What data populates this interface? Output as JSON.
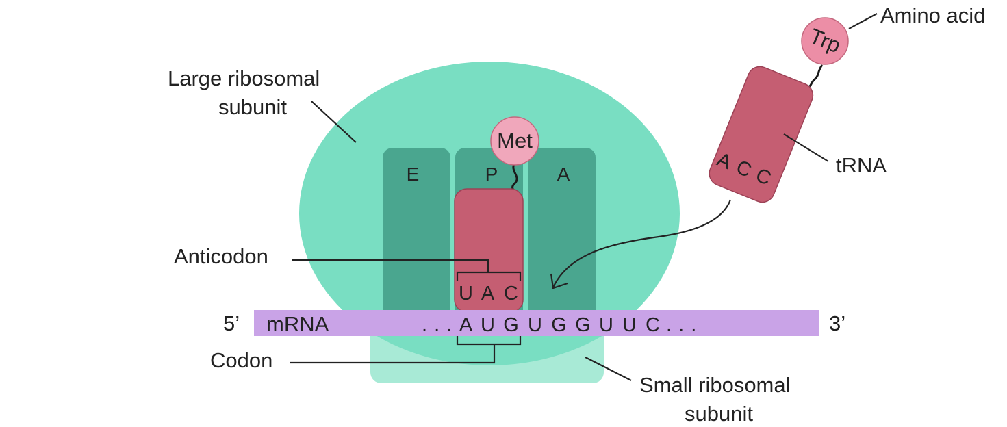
{
  "labels": {
    "large_subunit_line1": "Large ribosomal",
    "large_subunit_line2": "subunit",
    "small_subunit_line1": "Small ribosomal",
    "small_subunit_line2": "subunit",
    "anticodon": "Anticodon",
    "codon": "Codon",
    "amino_acid": "Amino acid",
    "trna": "tRNA",
    "mrna": "mRNA",
    "five_prime": "5’",
    "three_prime": "3’"
  },
  "sites": {
    "e": "E",
    "p": "P",
    "a": "A"
  },
  "p_site_trna": {
    "amino_acid": "Met",
    "anticodon": [
      "U",
      "A",
      "C"
    ]
  },
  "incoming_trna": {
    "amino_acid": "Trp",
    "anticodon": [
      "A",
      "C",
      "C"
    ]
  },
  "mrna": {
    "lead": ". . .",
    "codon": [
      "A",
      "U",
      "G"
    ],
    "rest": [
      "U",
      "G",
      "G",
      "U",
      "U",
      "C"
    ],
    "trail": ". . ."
  },
  "colors": {
    "large_subunit": "#79dec2",
    "site_slots": "#4aa68f",
    "small_subunit": "#a8ead6",
    "mrna": "#c9a3e7",
    "trna": "#c55e72",
    "amino_acid_met": "#f0a7bb",
    "amino_acid_trp": "#ec8ea6"
  }
}
